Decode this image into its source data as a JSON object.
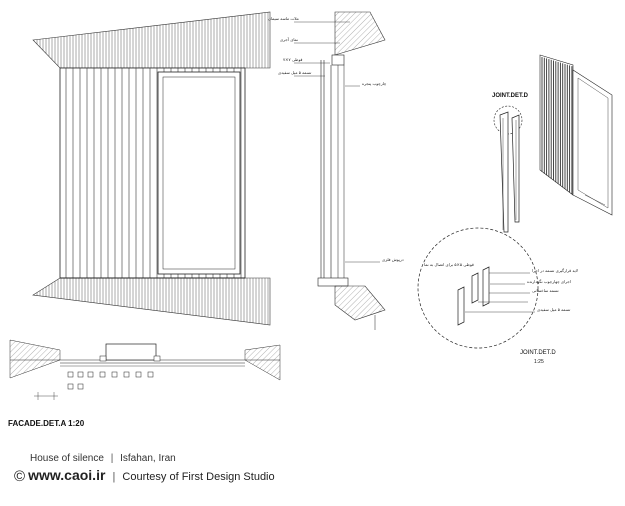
{
  "labels": {
    "facade_title": "FACADE.DET.A 1:20",
    "joint_title": "JOINT.DET.D",
    "joint_scale": "1:25",
    "joint_top_label": "JOINT.DET.D"
  },
  "section_annotations": [
    "ملات ماسه سیمان",
    "نمای آجری",
    "قوطی ۷×۷",
    "تسمه ۵ میل سفیدی",
    "چارچوب پنجره",
    "درپوش فلزی"
  ],
  "joint_annotations": [
    "لایه قرارگیری تسمه در اجرا",
    "قوطی ۵×۵ برای اتصال به نما",
    "اجرای چهارچوب نگهدارنده",
    "تسمه ساختمانی",
    "تسمه ۵ میل سفیدی"
  ],
  "caption": {
    "project": "House of silence",
    "location": "Isfahan, Iran",
    "copyright_symbol": "©",
    "site": "www.caoi.ir",
    "credit": "Courtesy of First Design Studio"
  },
  "colors": {
    "line": "#222222",
    "hatch": "#444444",
    "text": "#111111"
  }
}
